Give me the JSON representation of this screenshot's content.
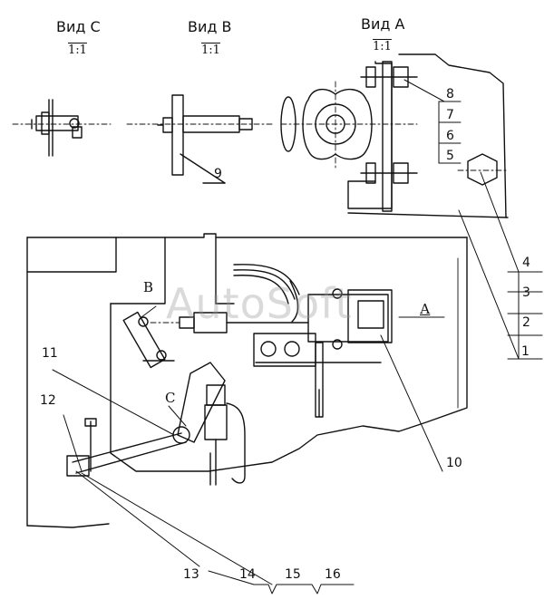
{
  "views": [
    {
      "title": "Вид С",
      "scale": "1:1"
    },
    {
      "title": "Вид В",
      "scale": "1:1"
    },
    {
      "title": "Вид А",
      "scale": "1:1"
    }
  ],
  "view_letters": {
    "b": "В",
    "c": "С",
    "a": "А"
  },
  "watermark": "AutoSoft",
  "callouts": [
    "1",
    "2",
    "3",
    "4",
    "5",
    "6",
    "7",
    "8",
    "9",
    "10",
    "11",
    "12",
    "13",
    "14",
    "15",
    "16"
  ]
}
